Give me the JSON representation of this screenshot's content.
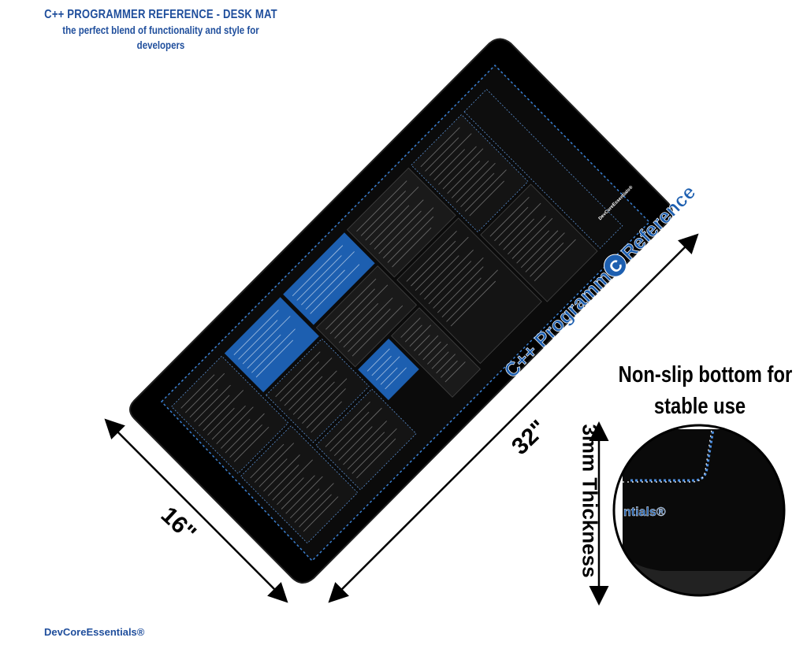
{
  "header": {
    "title": "C++ PROGRAMMER REFERENCE - DESK MAT",
    "subtitle_line1": "the perfect blend of functionality and style for",
    "subtitle_line2": "developers"
  },
  "mat": {
    "title": "C++ Programmer Reference",
    "logo_letter": "C",
    "corner_brand": "DevCoreEssentials®"
  },
  "dimensions": {
    "width_label": "32\"",
    "height_label": "16\"",
    "thickness_label": "3mm Thickness"
  },
  "feature": {
    "line1": "Non-slip bottom for",
    "line2": "stable use",
    "inset_text": "ntials®"
  },
  "brand": "DevCoreEssentials®",
  "colors": {
    "mat_black": "#0a0a0a",
    "accent_blue": "#1d5fb0",
    "dash_blue": "#3a7fd0",
    "header_blue": "#1f4e9c"
  }
}
